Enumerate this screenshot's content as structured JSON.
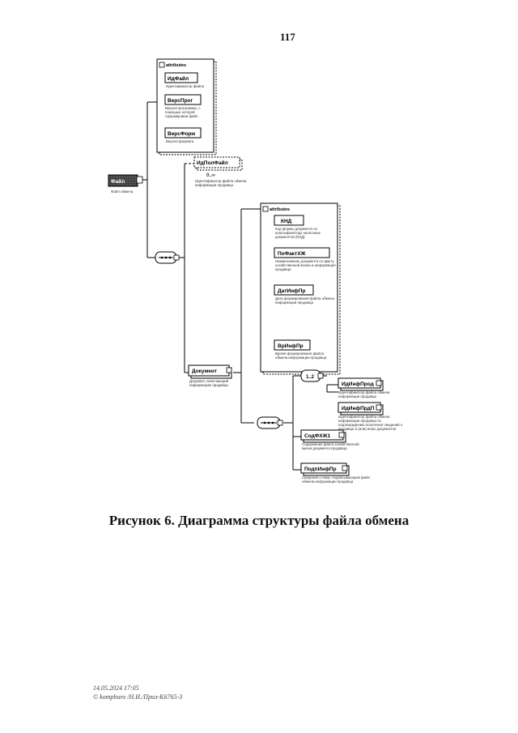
{
  "page_number": "117",
  "caption": "Рисунок 6. Диаграмма структуры файла обмена",
  "footer": {
    "line1": "14.05.2024 17:05",
    "line2": "© kompburo /Н.И./Прил-К6765-3"
  },
  "diagram": {
    "root": {
      "name": "Файл",
      "desc": "Файл обмена"
    },
    "attributes_label": "attributes",
    "file_attributes": [
      {
        "name": "ИдФайл",
        "desc": "Идентификатор файла"
      },
      {
        "name": "ВерсПрог",
        "desc": "Версия программы, с помощью которой сформирован файл"
      },
      {
        "name": "ВерсФорм",
        "desc": "Версия формата"
      }
    ],
    "optional_element": {
      "name": "ИдПолФайл",
      "occurs": "0..∞",
      "desc": "Идентификатор файла обмена информации продавца"
    },
    "document": {
      "name": "Документ",
      "desc": "Документ, включающий информацию продавца"
    },
    "document_attributes": [
      {
        "name": "КНД",
        "desc": "Код формы документа по классификатору налоговых документов (КНД)"
      },
      {
        "name": "ПоФактХЖ",
        "desc": "Наименование документа по факту хозяйственной жизни и информация продавца"
      },
      {
        "name": "ДатИнфПр",
        "desc": "Дата формирования файла обмена информации продавца"
      },
      {
        "name": "ВрИнфПр",
        "desc": "Время формирования файла обмена информации продавца"
      }
    ],
    "choice_label": "1..2",
    "choice_elements": [
      {
        "name": "ИдИнфПрод",
        "desc": "Идентификатор файла обмена информации продавца"
      },
      {
        "name": "ИдИнфПрдП",
        "desc": "Идентификатор файла обмена информации продавца по подтверждению получения сведений о продавце и (или) иных документов"
      }
    ],
    "sequence_elements": [
      {
        "name": "СодФХЖ1",
        "desc": "Содержание факта хозяйственной жизни документа продавца"
      },
      {
        "name": "ПодпИнфПр",
        "desc": "Сведения о лице, подписывающем файл обмена информации продавца"
      }
    ]
  }
}
